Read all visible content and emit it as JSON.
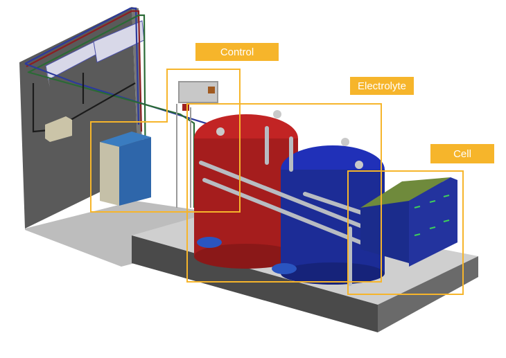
{
  "figure": {
    "description": "3D isometric render of an electrolysis system installation with labeled component groups",
    "colors": {
      "highlight": "#f6b52b",
      "label_text": "#ffffff",
      "wall": "#595959",
      "floor": "#c8c8c8",
      "base_side": "#4a4a4a",
      "red_tank": "#b01c1c",
      "blue_tank": "#1e2f9a",
      "cabinet": "#2e6bb0",
      "pipe": "#b5b8bd",
      "cell_frame": "#1b2c8c",
      "cell_plates": "#6f8a3c"
    }
  },
  "labels": {
    "control": "Control",
    "electrolyte": "Electrolyte",
    "cell": "Cell"
  },
  "regions": [
    {
      "id": "control",
      "label": "Control",
      "components": [
        "power cabinet",
        "control panel rack"
      ]
    },
    {
      "id": "electrolyte",
      "label": "Electrolyte",
      "components": [
        "red tank",
        "blue tank",
        "pumps",
        "piping"
      ]
    },
    {
      "id": "cell",
      "label": "Cell",
      "components": [
        "electrolysis cell stack"
      ]
    }
  ]
}
